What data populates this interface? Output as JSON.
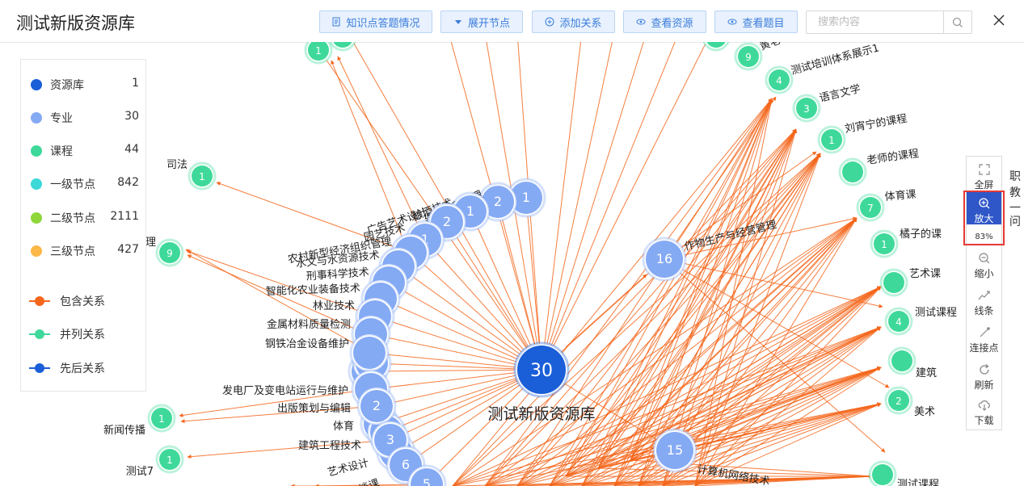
{
  "header": {
    "title": "测试新版资源库",
    "buttons": [
      {
        "label": "知识点答题情况",
        "icon": "document-icon"
      },
      {
        "label": "展开节点",
        "icon": "caret-down-icon"
      },
      {
        "label": "添加关系",
        "icon": "plus-circle-icon"
      },
      {
        "label": "查看资源",
        "icon": "eye-icon"
      },
      {
        "label": "查看题目",
        "icon": "eye-icon"
      }
    ],
    "search_placeholder": "搜索内容"
  },
  "legend": {
    "node_types": [
      {
        "label": "资源库",
        "count": "1",
        "color": "#1a5ed8"
      },
      {
        "label": "专业",
        "count": "30",
        "color": "#85aaf4"
      },
      {
        "label": "课程",
        "count": "44",
        "color": "#3ed99a"
      },
      {
        "label": "一级节点",
        "count": "842",
        "color": "#3dd8d8"
      },
      {
        "label": "二级节点",
        "count": "2111",
        "color": "#8fd63a"
      },
      {
        "label": "三级节点",
        "count": "427",
        "color": "#fdb84a"
      }
    ],
    "relations": [
      {
        "label": "包含关系",
        "color": "#f4661b"
      },
      {
        "label": "并列关系",
        "color": "#3ed99a"
      },
      {
        "label": "先后关系",
        "color": "#1a5ed8"
      }
    ]
  },
  "graph": {
    "center_label": "测试新版资源库",
    "center_count": "30",
    "majors": [
      {
        "label": "现代教育技术",
        "count": "1"
      },
      {
        "label": "建设工程管理",
        "count": "2"
      },
      {
        "label": "酿酒技术",
        "count": "1"
      },
      {
        "label": "广告艺术设计",
        "count": "2"
      },
      {
        "label": "园艺技术",
        "count": "1"
      },
      {
        "label": "农村新型经济组织管理",
        "count": ""
      },
      {
        "label": "水文与水资源技术",
        "count": ""
      },
      {
        "label": "刑事科学技术",
        "count": ""
      },
      {
        "label": "智能化农业装备技术",
        "count": ""
      },
      {
        "label": "林业技术",
        "count": ""
      },
      {
        "label": "金属材料质量检测",
        "count": ""
      },
      {
        "label": "钢铁冶金设备维护",
        "count": ""
      },
      {
        "label": "发电厂及变电站运行与维护",
        "count": ""
      },
      {
        "label": "出版策划与编辑",
        "count": "2"
      },
      {
        "label": "体育",
        "count": "3"
      },
      {
        "label": "建筑工程技术",
        "count": "6"
      },
      {
        "label": "艺术设计",
        "count": "5"
      },
      {
        "label": "作物生产与经营管理",
        "count": "16"
      },
      {
        "label": "计算机网络技术",
        "count": "15"
      }
    ],
    "courses_left": [
      {
        "label": "司法",
        "count": "1"
      },
      {
        "label": "理",
        "count": "9"
      },
      {
        "label": "新闻传播",
        "count": "1"
      },
      {
        "label": "测试7",
        "count": "1"
      },
      {
        "label": "",
        "count": "1"
      }
    ],
    "courses_right": [
      {
        "label": "黄老",
        "count": "9"
      },
      {
        "label": "测试培训体系展示1",
        "count": "4"
      },
      {
        "label": "语言文学",
        "count": "3"
      },
      {
        "label": "刘宵宁的课程",
        "count": "1"
      },
      {
        "label": "老师的课程",
        "count": ""
      },
      {
        "label": "体育课",
        "count": "7"
      },
      {
        "label": "橘子的课",
        "count": "1"
      },
      {
        "label": "艺术课",
        "count": ""
      },
      {
        "label": "测试课程",
        "count": "4"
      },
      {
        "label": "建筑",
        "count": ""
      },
      {
        "label": "美术",
        "count": "2"
      },
      {
        "label": "测试课程",
        "count": ""
      }
    ],
    "partial_text": [
      "谈课"
    ]
  },
  "toolbar": {
    "fullscreen": "全屏",
    "zoom_in": "放大",
    "zoom_level": "83%",
    "zoom_out": "缩小",
    "lines": "线条",
    "connection_points": "连接点",
    "refresh": "刷新",
    "download": "下载"
  },
  "side_text": [
    "职",
    "教",
    "一",
    "问"
  ],
  "colors": {
    "accent": "#3b7ddb",
    "edge": "#f4661b",
    "center": "#1a5ed8",
    "major": "#85aaf4",
    "course": "#3ed99a"
  }
}
